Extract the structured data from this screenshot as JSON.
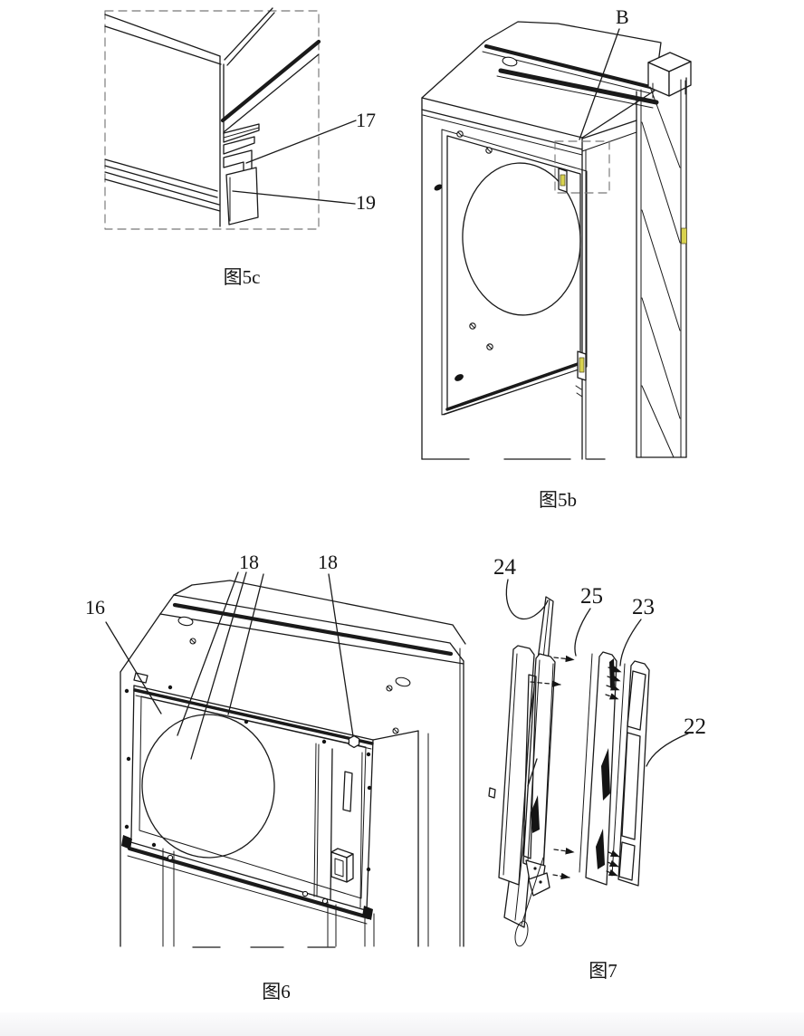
{
  "page": {
    "background": "#ffffff",
    "footer_band_color": "#f3f3f5"
  },
  "figures": {
    "fig5c": {
      "caption": "图5c",
      "labels": {
        "n17": "17",
        "n19": "19"
      }
    },
    "fig5b": {
      "caption": "图5b",
      "labels": {
        "B": "B"
      }
    },
    "fig6": {
      "caption": "图6",
      "labels": {
        "n16": "16",
        "n18a": "18",
        "n18b": "18"
      }
    },
    "fig7": {
      "caption": "图7",
      "labels": {
        "n24": "24",
        "n25": "25",
        "n23": "23",
        "n22": "22"
      }
    }
  },
  "colors": {
    "line": "#1a1a1a",
    "hinge_accent": "#d8d24e"
  }
}
